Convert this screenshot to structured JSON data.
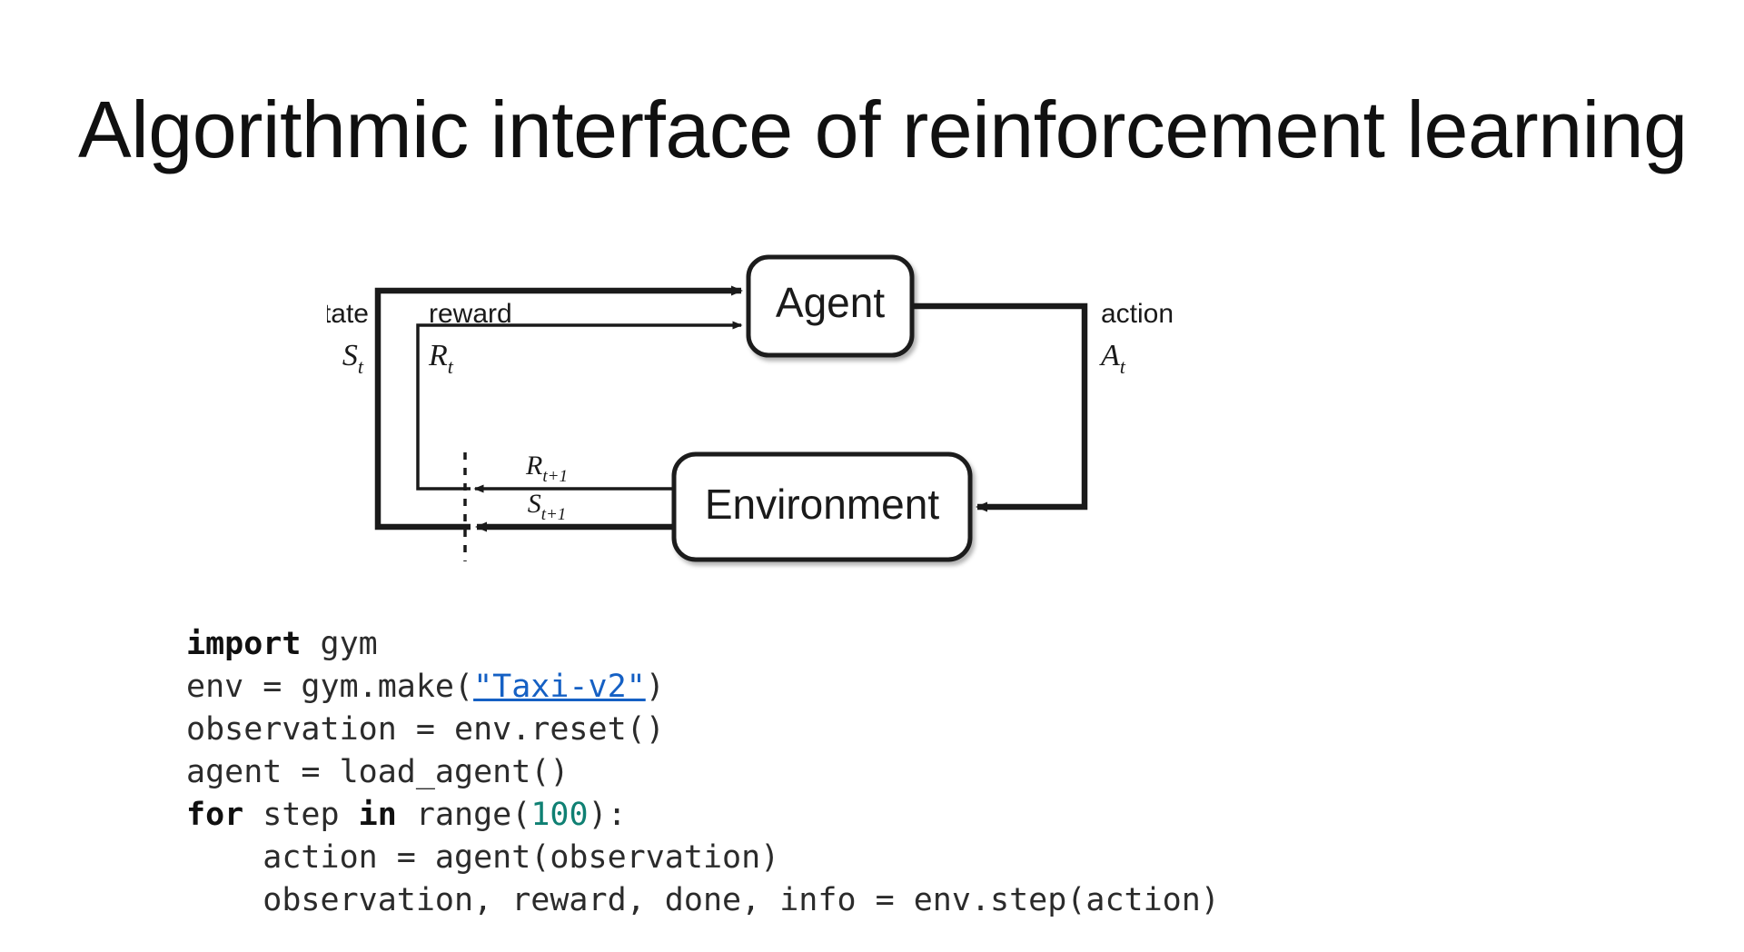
{
  "slide": {
    "title": "Algorithmic interface of reinforcement learning"
  },
  "diagram": {
    "name": "reinforcement-learning-loop",
    "nodes": {
      "agent": "Agent",
      "environment": "Environment"
    },
    "labels": {
      "state_word": "state",
      "state_symbol": "S",
      "state_sub": "t",
      "reward_word": "reward",
      "reward_symbol": "R",
      "reward_sub": "t",
      "action_word": "action",
      "action_symbol": "A",
      "action_sub": "t",
      "next_reward_symbol": "R",
      "next_reward_sub": "t+1",
      "next_state_symbol": "S",
      "next_state_sub": "t+1"
    },
    "colors": {
      "stroke": "#1a1a1a",
      "fill": "#ffffff"
    }
  },
  "code": {
    "language": "python",
    "link_color": "#1560c4",
    "number_color": "#0f8073",
    "lines": [
      {
        "id": "line-1",
        "tokens": [
          {
            "t": "import",
            "s": "kw"
          },
          {
            "t": " gym",
            "s": ""
          }
        ]
      },
      {
        "id": "line-2",
        "tokens": [
          {
            "t": "env = gym.make(",
            "s": ""
          },
          {
            "t": "\"Taxi-v2\"",
            "s": "lnk"
          },
          {
            "t": ")",
            "s": ""
          }
        ]
      },
      {
        "id": "line-3",
        "tokens": [
          {
            "t": "observation = env.reset()",
            "s": ""
          }
        ]
      },
      {
        "id": "line-4",
        "tokens": [
          {
            "t": "agent = load_agent()",
            "s": ""
          }
        ]
      },
      {
        "id": "line-5",
        "tokens": [
          {
            "t": "for",
            "s": "kw"
          },
          {
            "t": " step ",
            "s": ""
          },
          {
            "t": "in",
            "s": "kw"
          },
          {
            "t": " range(",
            "s": ""
          },
          {
            "t": "100",
            "s": "num"
          },
          {
            "t": "):",
            "s": ""
          }
        ]
      },
      {
        "id": "line-6",
        "tokens": [
          {
            "t": "    action = agent(observation)",
            "s": ""
          }
        ]
      },
      {
        "id": "line-7",
        "tokens": [
          {
            "t": "    observation, reward, done, info = env.step(action)",
            "s": ""
          }
        ]
      }
    ]
  }
}
